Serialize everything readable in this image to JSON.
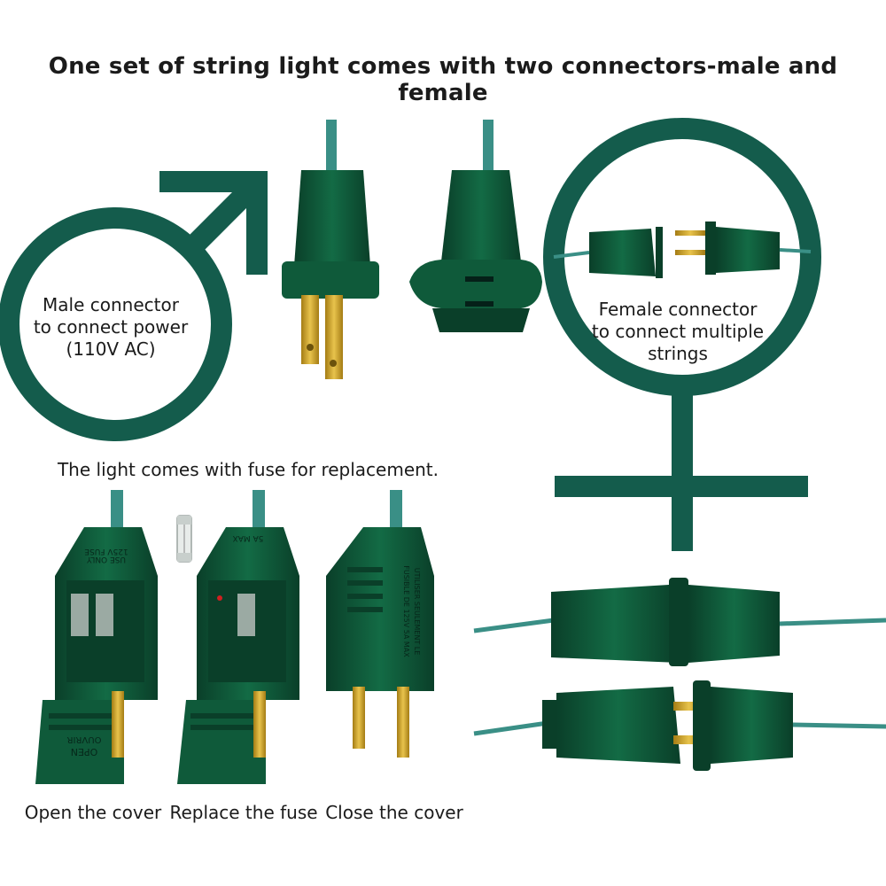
{
  "title": "One set of string light comes with two connectors-male and female",
  "male": {
    "label_lines": [
      "Male connector",
      "to connect power",
      "(110V AC)"
    ]
  },
  "female": {
    "label_lines": [
      "Female connector",
      "to connect multiple",
      "strings"
    ]
  },
  "fuse_note": "The light comes with fuse for replacement.",
  "captions": {
    "open": "Open the cover",
    "replace": "Replace the fuse",
    "close": "Close the cover"
  },
  "plug_text": {
    "fuse_rating": "125V FUSE",
    "use_only": "USE ONLY",
    "amp": "5A MAX",
    "open": "OPEN",
    "ouvrir": "OUVRIR",
    "utiliser": "UTILISER SEULEMENT LE",
    "fusible": "FUSIBLE DE 125V 5A MAX"
  },
  "colors": {
    "symbol_green": "#145c4c",
    "plug_green": "#0f5a3a",
    "plug_dark": "#0a3f29",
    "cord": "#3a8f86",
    "brass": "#c9a22c"
  }
}
